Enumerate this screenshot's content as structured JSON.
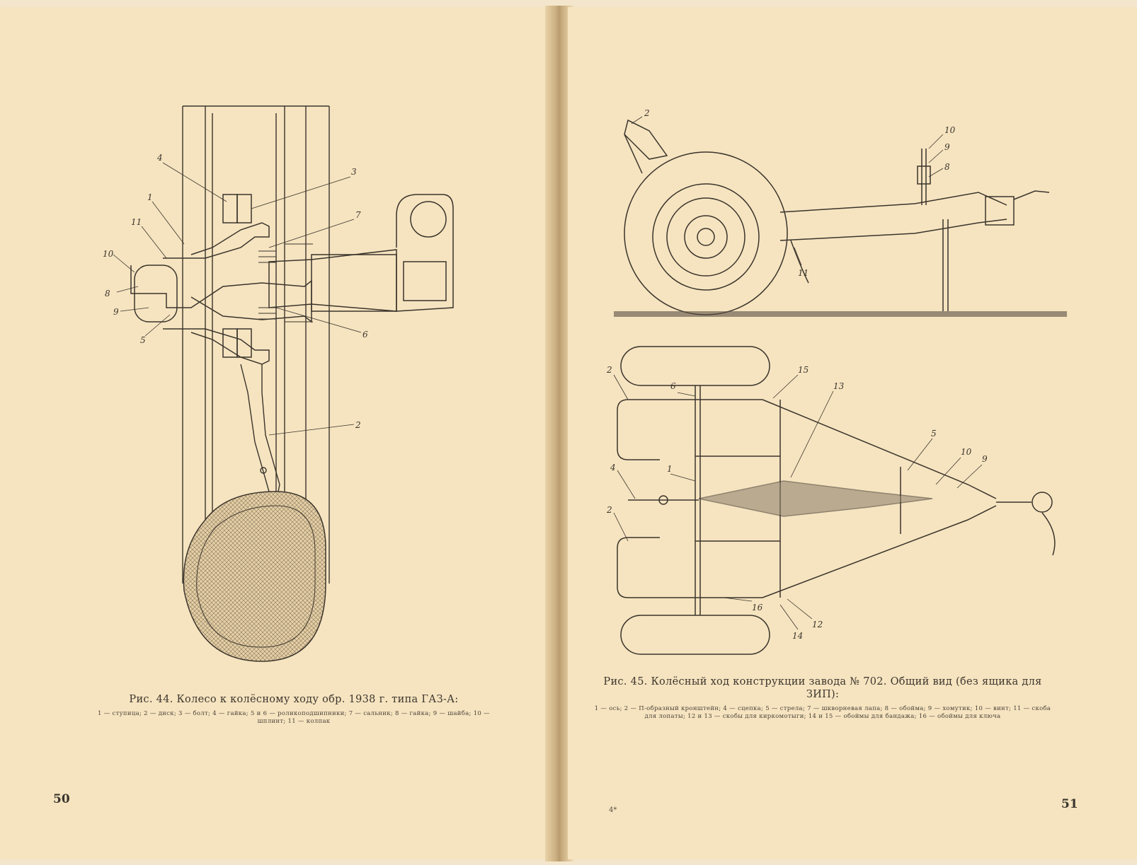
{
  "left_page": {
    "figure_44": {
      "callouts": [
        "4",
        "3",
        "1",
        "11",
        "7",
        "10",
        "8",
        "9",
        "5",
        "6",
        "2"
      ],
      "caption_title": "Рис. 44. Колесо к колёсному ходу обр. 1938 г. типа ГАЗ-А:",
      "caption_legend": "1 — ступица; 2 — диск; 3 — болт; 4 — гайка; 5 и 6 — роликоподшипники; 7 — сальник; 8 — гайка; 9 — шайба; 10 — шплинт; 11 — колпак"
    },
    "page_number": "50"
  },
  "right_page": {
    "figure_45_side": {
      "callouts": [
        "2",
        "10",
        "9",
        "8",
        "11"
      ]
    },
    "figure_45_top": {
      "callouts": [
        "2",
        "6",
        "15",
        "13",
        "5",
        "10",
        "9",
        "4",
        "1",
        "2",
        "16",
        "12",
        "14"
      ]
    },
    "caption_title": "Рис. 45. Колёсный ход конструкции завода № 702. Общий вид (без ящика для ЗИП):",
    "caption_legend": "1 — ось; 2 — П-образный кронштейн; 4 — сцепка; 5 — стрела; 7 — шкворневая лапа; 8 — обойма; 9 — хомутик; 10 — винт; 11 — скоба для лопаты; 12 и 13 — скобы для киркомотыги; 14 и 15 — обоймы для бандажа; 16 — обоймы для ключа",
    "signature_mark": "4*",
    "page_number": "51"
  }
}
